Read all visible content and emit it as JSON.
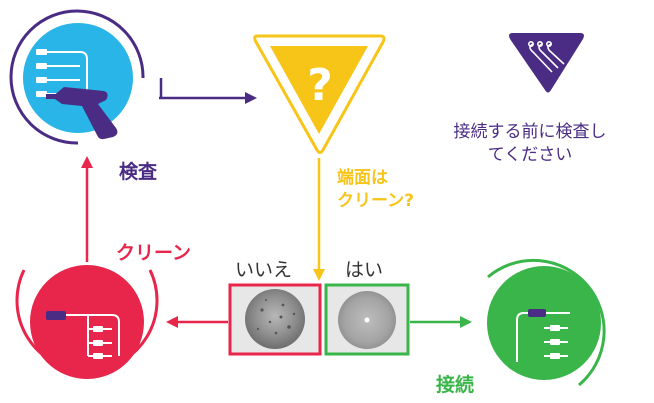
{
  "labels": {
    "inspect": "検査",
    "question_mark": "?",
    "endface_line1": "端面は",
    "endface_line2": "クリーン?",
    "no": "いいえ",
    "yes": "はい",
    "clean": "クリーン",
    "connect": "接続",
    "instruction_line1": "接続する前に検査し",
    "instruction_line2": "てください"
  },
  "colors": {
    "purple": "#4a2c84",
    "sky_blue": "#29b5e8",
    "yellow": "#f7c418",
    "red": "#e8254a",
    "green": "#3ab54a",
    "gray_bg": "#e7e7e7"
  },
  "icons": [
    "inspection-probe-icon",
    "warning-question-icon",
    "fiber-cleaner-icon",
    "fiber-connector-icon",
    "brand-logo-icon"
  ]
}
